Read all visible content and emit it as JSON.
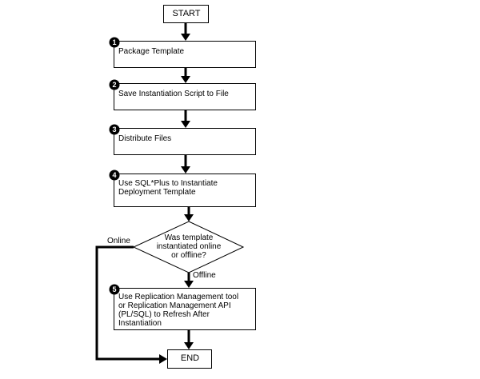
{
  "flowchart": {
    "start_label": "START",
    "end_label": "END",
    "steps": [
      {
        "number": "1",
        "label": "Package Template"
      },
      {
        "number": "2",
        "label": "Save Instantiation Script to File"
      },
      {
        "number": "3",
        "label": "Distribute Files"
      },
      {
        "number": "4",
        "label": "Use SQL*Plus to Instantiate\nDeployment Template"
      },
      {
        "number": "5",
        "label": "Use Replication Management tool\nor Replication Management API\n(PL/SQL) to Refresh After\nInstantiation"
      }
    ],
    "decision": {
      "label": "Was template\ninstantiated online\nor offline?",
      "branch_online": "Online",
      "branch_offline": "Offline"
    }
  }
}
